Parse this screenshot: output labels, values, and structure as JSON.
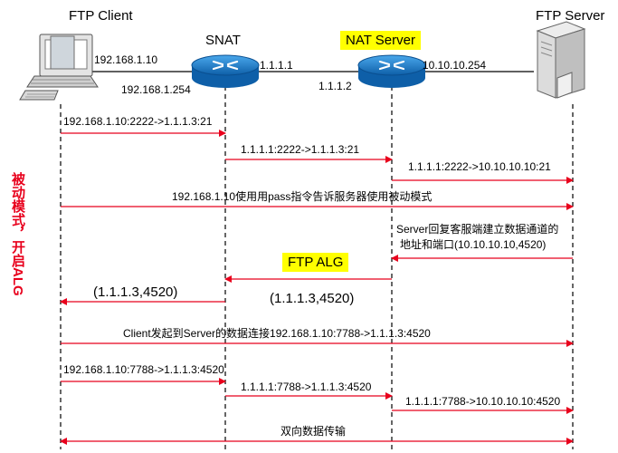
{
  "endpoints": {
    "client": "FTP Client",
    "snat": "SNAT",
    "nat_server": "NAT Server",
    "server": "FTP Server"
  },
  "addresses": {
    "client_ip": "192.168.1.10",
    "snat_inside_ip": "192.168.1.254",
    "snat_outside_ip": "1.1.1.1",
    "nat_server_outside_ip": "1.1.1.2",
    "server_ip": "10.10.10.254"
  },
  "messages": {
    "m1": "192.168.1.10:2222->1.1.1.3:21",
    "m2": "1.1.1.1:2222->1.1.1.3:21",
    "m3": "1.1.1.1:2222->10.10.10.10:21",
    "m4": "192.168.1.10使用用pass指令告诉服务器使用被动模式",
    "m5_line1": "Server回复客服端建立数据通道的",
    "m5_line2": "地址和端口(10.10.10.10,4520)",
    "alg_label": "FTP ALG",
    "m6": "(1.1.1.3,4520)",
    "m7": "(1.1.1.3,4520)",
    "m8": "Client发起到Server的数据连接192.168.1.10:7788->1.1.1.3:4520",
    "m9": "192.168.1.10:7788->1.1.1.3:4520",
    "m10": "1.1.1.1:7788->1.1.1.3:4520",
    "m11": "1.1.1.1:7788->10.10.10.10:4520",
    "m12": "双向数据传输"
  },
  "side_note": "被动模式，开启ALG",
  "colors": {
    "arrow": "#e8001c",
    "router_body": "#1e7fd0",
    "router_top": "#8fd0f5",
    "highlight": "#ffff00"
  }
}
